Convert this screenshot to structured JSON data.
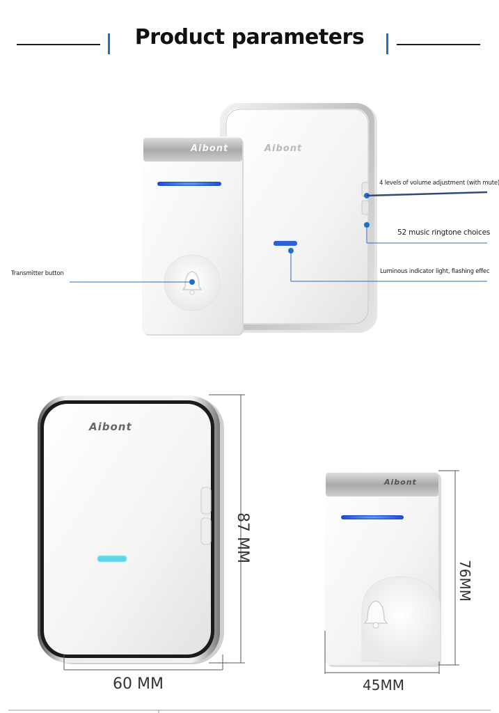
{
  "header": {
    "title": "Product parameters"
  },
  "top_view": {
    "brand_transmitter": "Aibont",
    "brand_receiver": "Aibont",
    "callouts": {
      "volume": "4 levels of volume adjustment (with mute)",
      "ringtones": "52 music ringtone choices",
      "indicator": "Luminous indicator light, flashing effec",
      "transmitter_button": "Transmitter button"
    }
  },
  "dimensions_view": {
    "receiver": {
      "brand": "Aibont",
      "height_label": "87 MM",
      "width_label": "60 MM"
    },
    "transmitter": {
      "brand": "Aibont",
      "height_label": "76MM",
      "width_label": "45MM"
    }
  },
  "colors": {
    "accent_blue": "#1f6fc4",
    "led_blue": "#2a5fd8",
    "led_cyan": "#5fd4e8"
  }
}
